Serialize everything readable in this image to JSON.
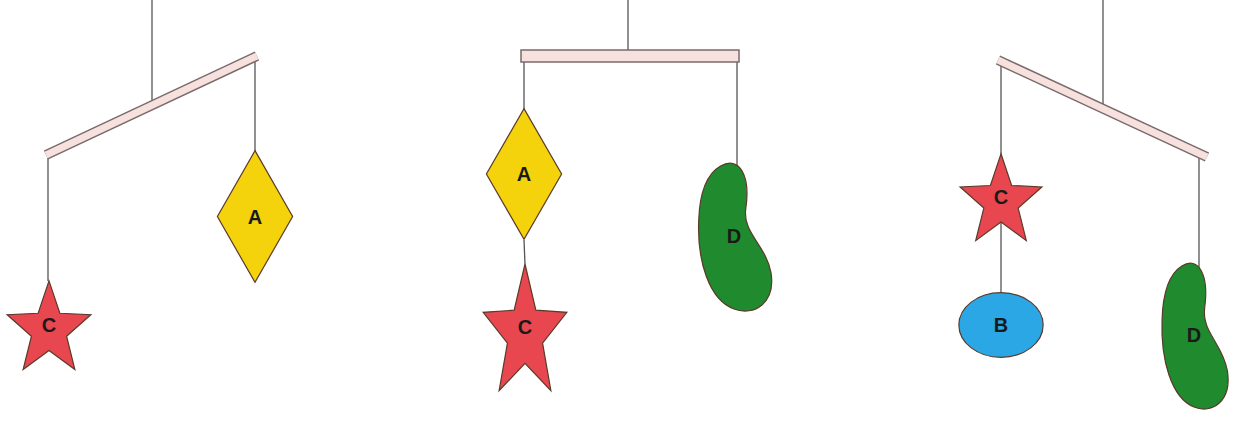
{
  "diagram": {
    "nodes": [
      {
        "text": [
          "C"
        ]
      },
      {
        "text": [
          "A"
        ]
      },
      {
        "text": [
          "A"
        ]
      },
      {
        "text": [
          "C"
        ]
      },
      {
        "text": [
          "D"
        ]
      },
      {
        "text": [
          "C"
        ]
      },
      {
        "text": [
          "B"
        ]
      },
      {
        "text": [
          "D"
        ]
      }
    ],
    "edges": [
      {
        "from": 2,
        "to": 3,
        "arrow": "none"
      },
      {
        "from": 5,
        "to": 6,
        "arrow": "none"
      }
    ]
  }
}
